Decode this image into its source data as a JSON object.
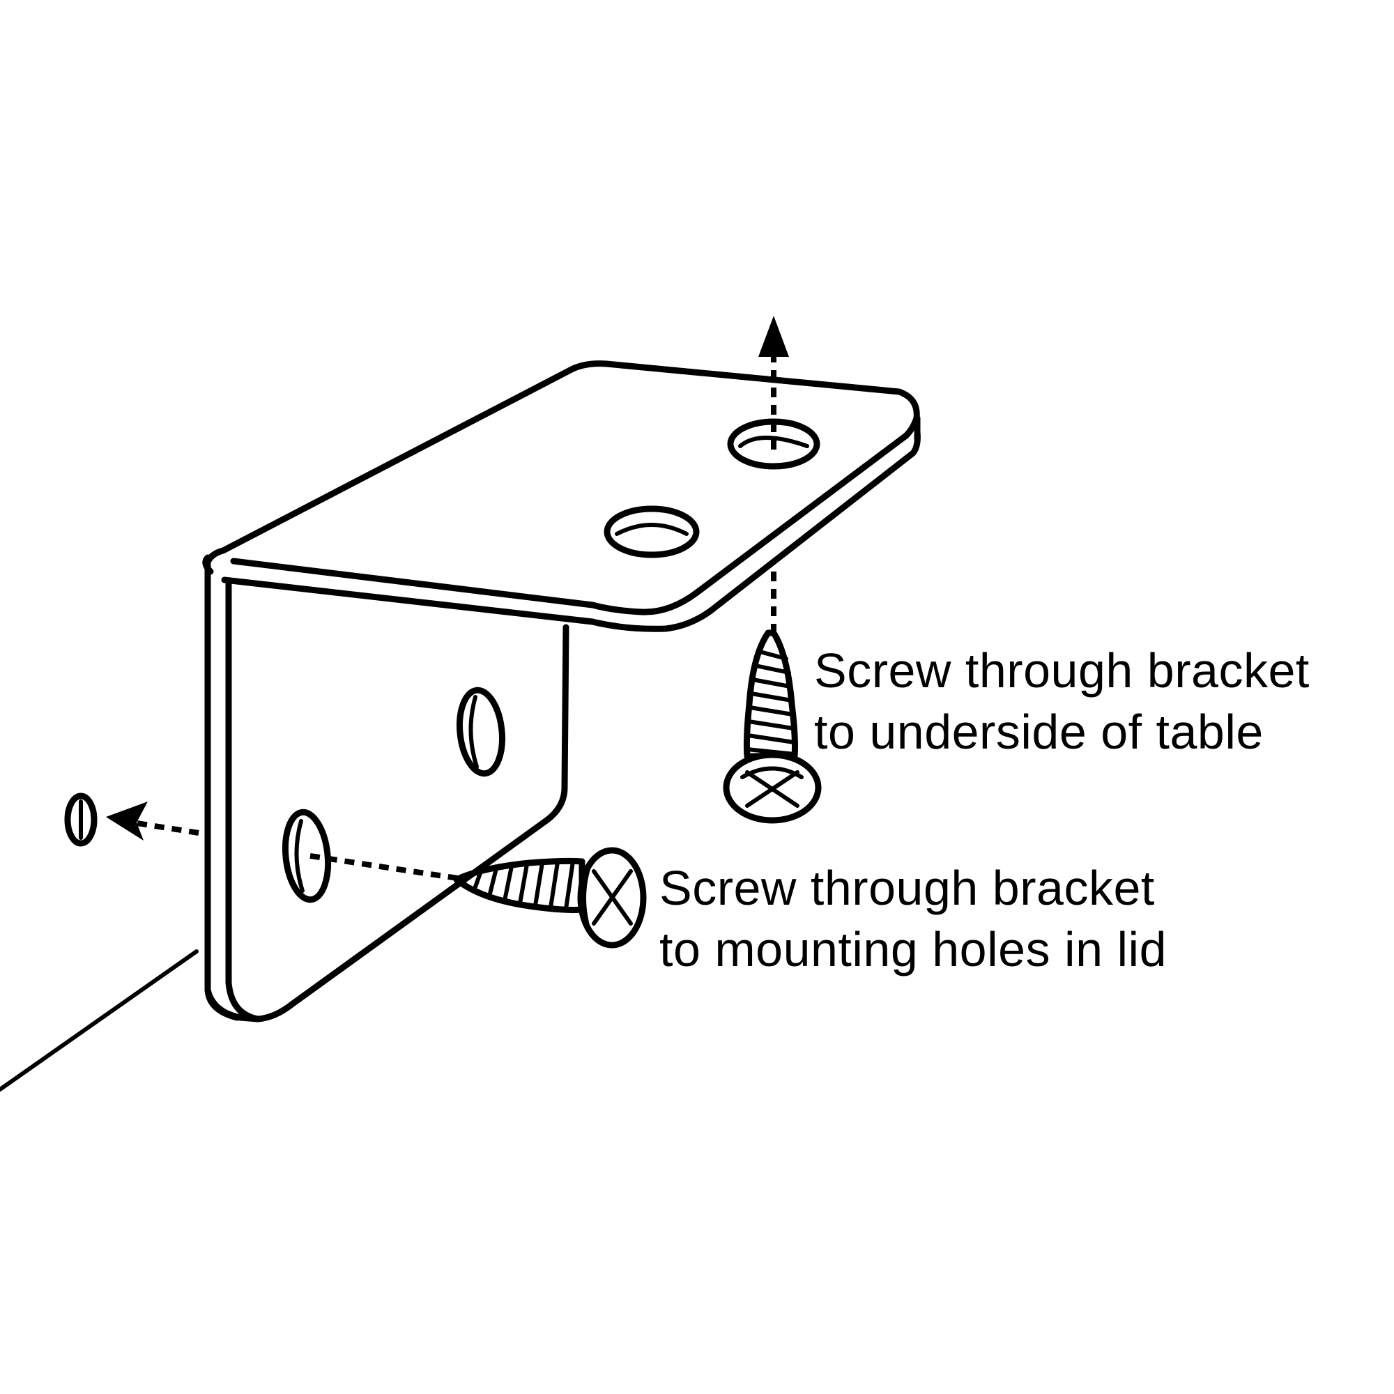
{
  "diagram": {
    "subject": "L-bracket mounting assembly",
    "colors": {
      "background": "#ffffff",
      "line": "#000000",
      "text": "#000000"
    },
    "callouts": [
      {
        "id": "table",
        "lines": [
          "Screw through bracket",
          "to underside of table"
        ]
      },
      {
        "id": "lid",
        "lines": [
          "Screw through bracket",
          "to mounting holes in lid"
        ]
      }
    ],
    "parts": [
      {
        "name": "l-bracket",
        "holes_top_flange": 2,
        "holes_side_flange": 2
      },
      {
        "name": "screw-vertical",
        "direction": "up",
        "head": "phillips"
      },
      {
        "name": "screw-horizontal",
        "direction": "left",
        "head": "phillips"
      },
      {
        "name": "lid-mounting-hole",
        "position": "left"
      },
      {
        "name": "lid-edge-line"
      }
    ],
    "arrows": [
      {
        "name": "arrow-up",
        "target": "underside of table"
      },
      {
        "name": "arrow-left",
        "target": "mounting hole in lid"
      }
    ]
  }
}
